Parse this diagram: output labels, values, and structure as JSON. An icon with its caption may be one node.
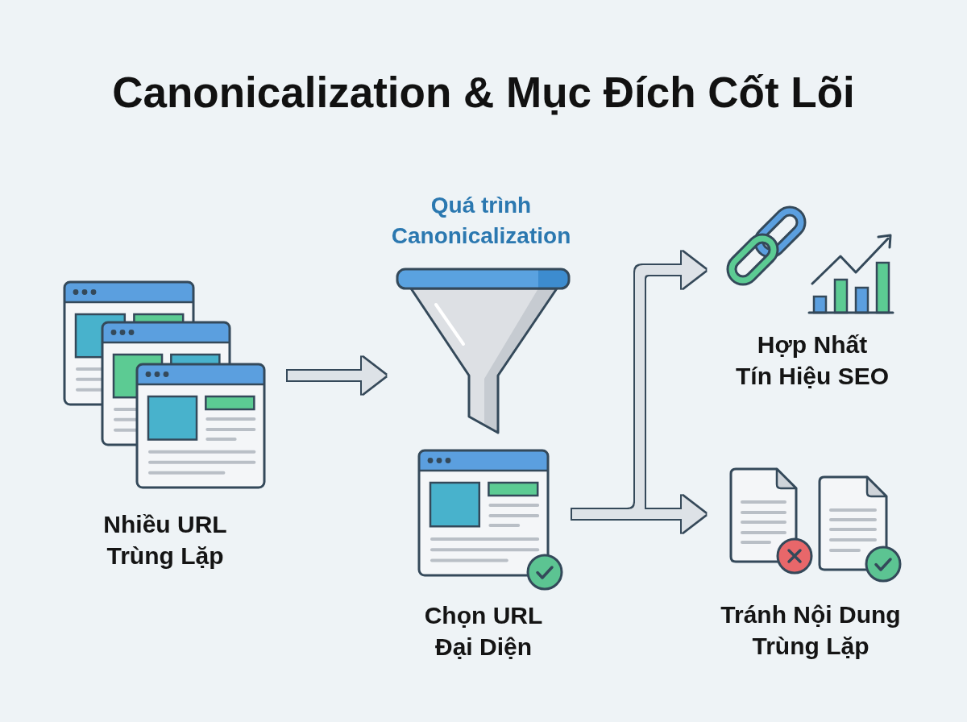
{
  "diagram": {
    "title": "Canonicalization & Mục Đích Cốt Lõi",
    "nodes": [
      {
        "text": [
          "Nhiều URL Trùng Lặp"
        ]
      },
      {
        "text": [
          "Quá trình Canonicalization"
        ]
      },
      {
        "text": [
          "Chọn URL Đại Diện"
        ]
      },
      {
        "text": [
          "Hợp Nhất Tín Hiệu SEO"
        ]
      },
      {
        "text": [
          "Tránh Nội Dung Trùng Lặp"
        ]
      }
    ],
    "edges": [
      {
        "from": 0,
        "to": 1,
        "arrow": "to"
      },
      {
        "from": 2,
        "to": 3,
        "arrow": "to"
      },
      {
        "from": 2,
        "to": 4,
        "arrow": "to"
      }
    ]
  }
}
